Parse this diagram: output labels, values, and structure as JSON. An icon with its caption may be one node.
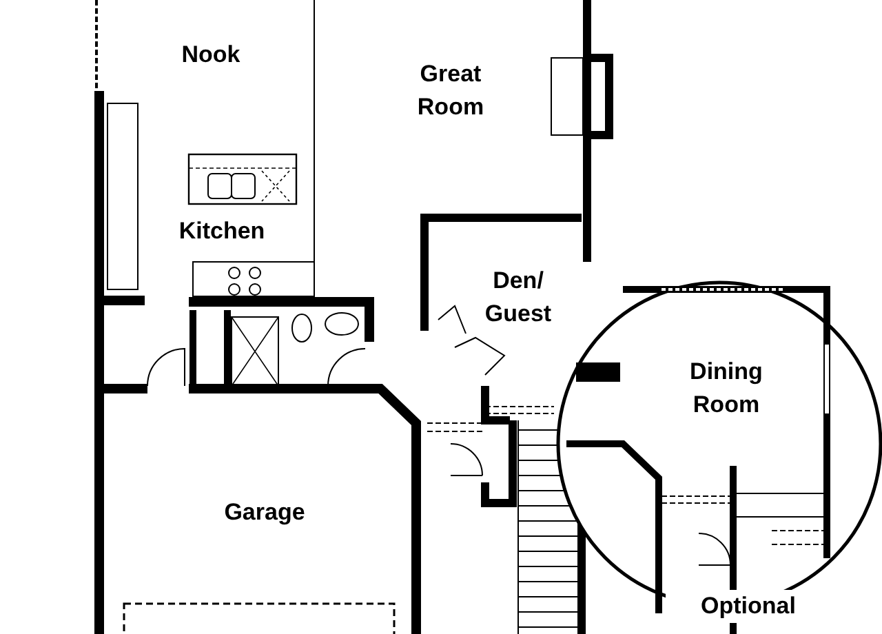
{
  "diagram": {
    "labels": [
      "Nook",
      "Great Room",
      "Kitchen",
      "Den/ Guest",
      "Dining Room",
      "Garage",
      "Optional"
    ]
  }
}
